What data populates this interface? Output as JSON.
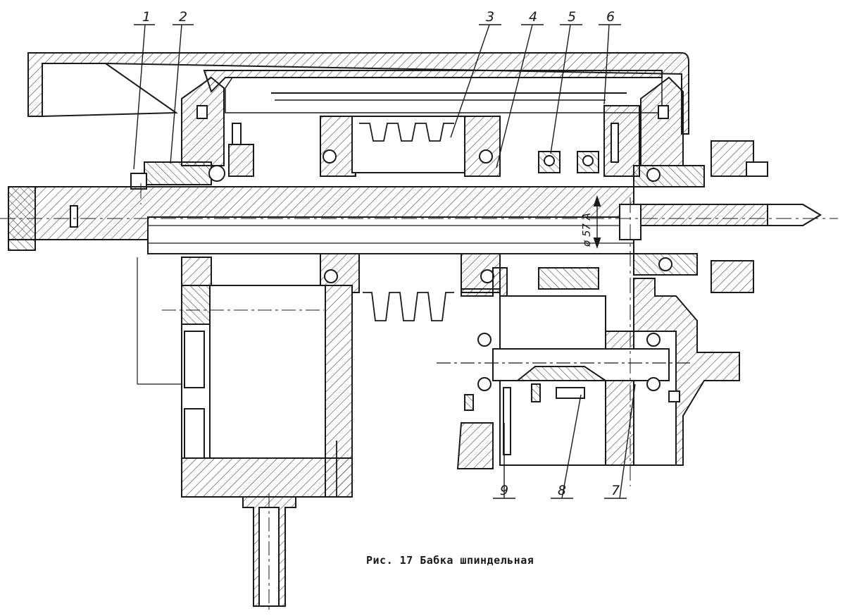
{
  "figure": {
    "caption": "Рис. 17 Бабка шпиндельная",
    "dimension_label": "ø 57 A",
    "callouts": [
      "1",
      "2",
      "3",
      "4",
      "5",
      "6",
      "7",
      "8",
      "9"
    ]
  },
  "colors": {
    "ink": "#1a1a1a",
    "paper": "#ffffff"
  }
}
